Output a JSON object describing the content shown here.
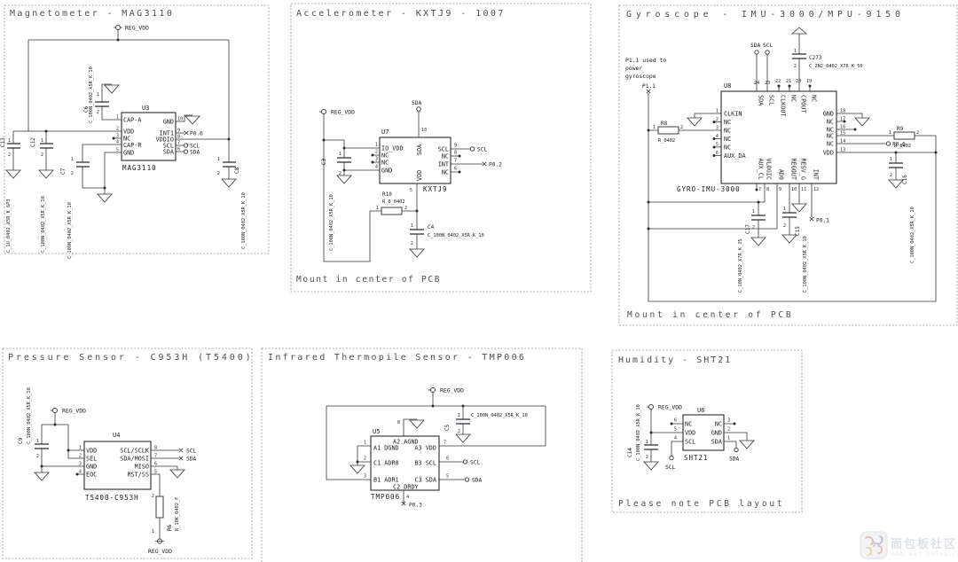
{
  "common": {
    "p1": "1",
    "p2": "2"
  },
  "mag": {
    "title": "Magnetometer - MAG3110",
    "power": "REG_VDD",
    "chip": {
      "ref": "U3",
      "part": "MAG3110",
      "pins_left": [
        {
          "n": "1",
          "l": "CAP-A"
        },
        {
          "n": "2",
          "l": "VDD"
        },
        {
          "n": "3",
          "l": "NC"
        },
        {
          "n": "4",
          "l": "CAP-R"
        },
        {
          "n": "5",
          "l": "GND"
        }
      ],
      "pins_right": [
        {
          "n": "10",
          "l": "GND"
        },
        {
          "n": "9",
          "l": "INT1"
        },
        {
          "n": "8",
          "l": "VDDIO"
        },
        {
          "n": "7",
          "l": "SCL"
        },
        {
          "n": "6",
          "l": "SDA"
        }
      ]
    },
    "c13": {
      "ref": "C13",
      "val": "C_1U_0402_X5R_K_6P3"
    },
    "c12": {
      "ref": "C12",
      "val": "C_100N_0402_X5R_K_10"
    },
    "c6": {
      "ref": "C6",
      "val": "C_100N_0402_X5R_K_10"
    },
    "c7": {
      "ref": "C7",
      "val": "C_100N_0402_X5R_K_10"
    },
    "c8": {
      "ref": "C8",
      "val": "C_100N_0402_X5R_K_10"
    },
    "t_int": "P0.6",
    "t_scl": "SCL",
    "t_sda": "SDA"
  },
  "acc": {
    "title": "Accelerometer - KXTJ9 - 1007",
    "power": "REG_VDD",
    "t_sda_top": "SDA",
    "t_scl": "SCL",
    "t_int": "P0.2",
    "chip": {
      "ref": "U7",
      "part": "KXTJ9",
      "pins_left": [
        {
          "n": "1",
          "l": "IO_VDD"
        },
        {
          "n": "2",
          "l": "NC"
        },
        {
          "n": "3",
          "l": "NC"
        },
        {
          "n": "4",
          "l": "GND"
        }
      ],
      "pins_right": [
        {
          "n": "9",
          "l": "SCL"
        },
        {
          "n": "8",
          "l": "NC"
        },
        {
          "n": "7",
          "l": "INT"
        },
        {
          "n": "6",
          "l": "NC"
        }
      ],
      "pin_top": {
        "n": "10",
        "l": "SDA"
      },
      "pin_bottom": {
        "n": "5",
        "l": "VDD"
      }
    },
    "c3": {
      "ref": "C3",
      "val": "C_100N_0402_X5R_K_10"
    },
    "r10": {
      "ref": "R10",
      "val": "R_0_0402"
    },
    "c4": {
      "ref": "C4",
      "val": "C_100N_0402_X5R_K_10"
    },
    "note": "Mount in center of PCB"
  },
  "gyro": {
    "title": "Gyroscope - IMU-3000/MPU-9150",
    "note_lines": [
      "P1.1 used to",
      "power",
      "gyroscope"
    ],
    "p11": "P1.1",
    "t_sda": "SDA",
    "t_scl": "SCL",
    "t_p06": "P0.6",
    "t_p01": "P0.1",
    "c273": {
      "ref": "C273",
      "val": "C_2N2_0402_X7R_K_50"
    },
    "r8": {
      "ref": "R8",
      "val": "R_0402"
    },
    "r9": {
      "ref": "R9",
      "val": "R_0402"
    },
    "c17": {
      "ref": "C17",
      "val": "C_10N_0402_X7R_K_25"
    },
    "c15": {
      "ref": "C15",
      "val": "C_100N_0402_X5R_K_10"
    },
    "c16": {
      "ref": "C16",
      "val": "C_100N_0402_X5R_K_10"
    },
    "chip": {
      "ref": "U8",
      "part": "GYRO-IMU-3000",
      "pins_left": [
        {
          "n": "1",
          "l": "CLKIN"
        },
        {
          "n": "2",
          "l": "NC"
        },
        {
          "n": "3",
          "l": "NC"
        },
        {
          "n": "4",
          "l": "NC"
        },
        {
          "n": "5",
          "l": "NC"
        },
        {
          "n": "6",
          "l": "AUX_DA"
        }
      ],
      "pins_right": [
        {
          "n": "18",
          "l": "GND"
        },
        {
          "n": "17",
          "l": "NC"
        },
        {
          "n": "16",
          "l": "NC"
        },
        {
          "n": "15",
          "l": "NC"
        },
        {
          "n": "14",
          "l": "NC"
        },
        {
          "n": "13",
          "l": "VDD"
        }
      ],
      "pins_top": [
        {
          "n": "24",
          "l": "SDA"
        },
        {
          "n": "23",
          "l": "SCL"
        },
        {
          "n": "22",
          "l": "CLKOUT"
        },
        {
          "n": "21",
          "l": "NC"
        },
        {
          "n": "20",
          "l": "CPOUT"
        },
        {
          "n": "19",
          "l": "NC"
        }
      ],
      "pins_bottom": [
        {
          "n": "7",
          "l": "AUX_CL"
        },
        {
          "n": "8",
          "l": "VLOGIC"
        },
        {
          "n": "9",
          "l": "AD0"
        },
        {
          "n": "10",
          "l": "REGOUT"
        },
        {
          "n": "11",
          "l": "RESV_G"
        },
        {
          "n": "12",
          "l": "INT"
        }
      ]
    },
    "note": "Mount in center of PCB"
  },
  "pres": {
    "title": "Pressure Sensor - C953H (T5400)",
    "power": "REG_VDD",
    "power_bottom": "REG_VDD",
    "c9": {
      "ref": "C9",
      "val": "C_100N_0402_X5R_K_10"
    },
    "r6": {
      "ref": "R6",
      "val": "R_10K_0402_F"
    },
    "chip": {
      "ref": "U4",
      "part": "T5400-C953H",
      "pins_left": [
        {
          "n": "1",
          "l": "VDD"
        },
        {
          "n": "2",
          "l": "SEL"
        },
        {
          "n": "3",
          "l": "GND"
        },
        {
          "n": "4",
          "l": "EOC"
        }
      ],
      "pins_right": [
        {
          "n": "8",
          "l": "SCL/SCLK"
        },
        {
          "n": "7",
          "l": "SDA/MOSI"
        },
        {
          "n": "6",
          "l": "MISO"
        },
        {
          "n": "5",
          "l": "RST/SS"
        }
      ]
    },
    "t_scl": "SCL",
    "t_sda": "SDA"
  },
  "ir": {
    "title": "Infrared Thermopile Sensor - TMP006",
    "power": "REG_VDD",
    "c5": {
      "ref": "C5",
      "val": "C_100N_0402_X5R_K_10"
    },
    "chip": {
      "ref": "U5",
      "part": "TMP006",
      "pin_top": {
        "n": "8",
        "l": "A2 AGND"
      },
      "pins_left": [
        {
          "n": "1",
          "l": "A1 DGND"
        },
        {
          "n": "2",
          "l": "C1 ADR0"
        },
        {
          "n": "3",
          "l": "B1 ADR1"
        }
      ],
      "pins_right": [
        {
          "n": "7",
          "l": "A3 VDD"
        },
        {
          "n": "6",
          "l": "B3 SCL"
        },
        {
          "n": "5",
          "l": "C3 SDA"
        }
      ],
      "pin_bottom": {
        "n": "4",
        "l": "C2 DRDY"
      }
    },
    "t_scl": "SCL",
    "t_sda": "SDA",
    "t_drdy": "P0.3"
  },
  "hum": {
    "title": "Humidity - SHT21",
    "power": "REG_VDD",
    "c14": {
      "ref": "C14",
      "val": "C_100N_0402_X5R_K_10"
    },
    "chip": {
      "ref": "U6",
      "part": "SHT21",
      "pins_left": [
        {
          "n": "6",
          "l": "NC"
        },
        {
          "n": "5",
          "l": "VDD"
        },
        {
          "n": "4",
          "l": "SCL"
        }
      ],
      "pins_right": [
        {
          "n": "3",
          "l": "NC"
        },
        {
          "n": "2",
          "l": "GND"
        },
        {
          "n": "1",
          "l": "SDA"
        }
      ]
    },
    "t_scl": "SCL",
    "t_sda": "SDA",
    "note": "Please note PCB layout"
  },
  "watermark": {
    "name": "面包板社区",
    "url": "mbb.eet-china.com"
  }
}
